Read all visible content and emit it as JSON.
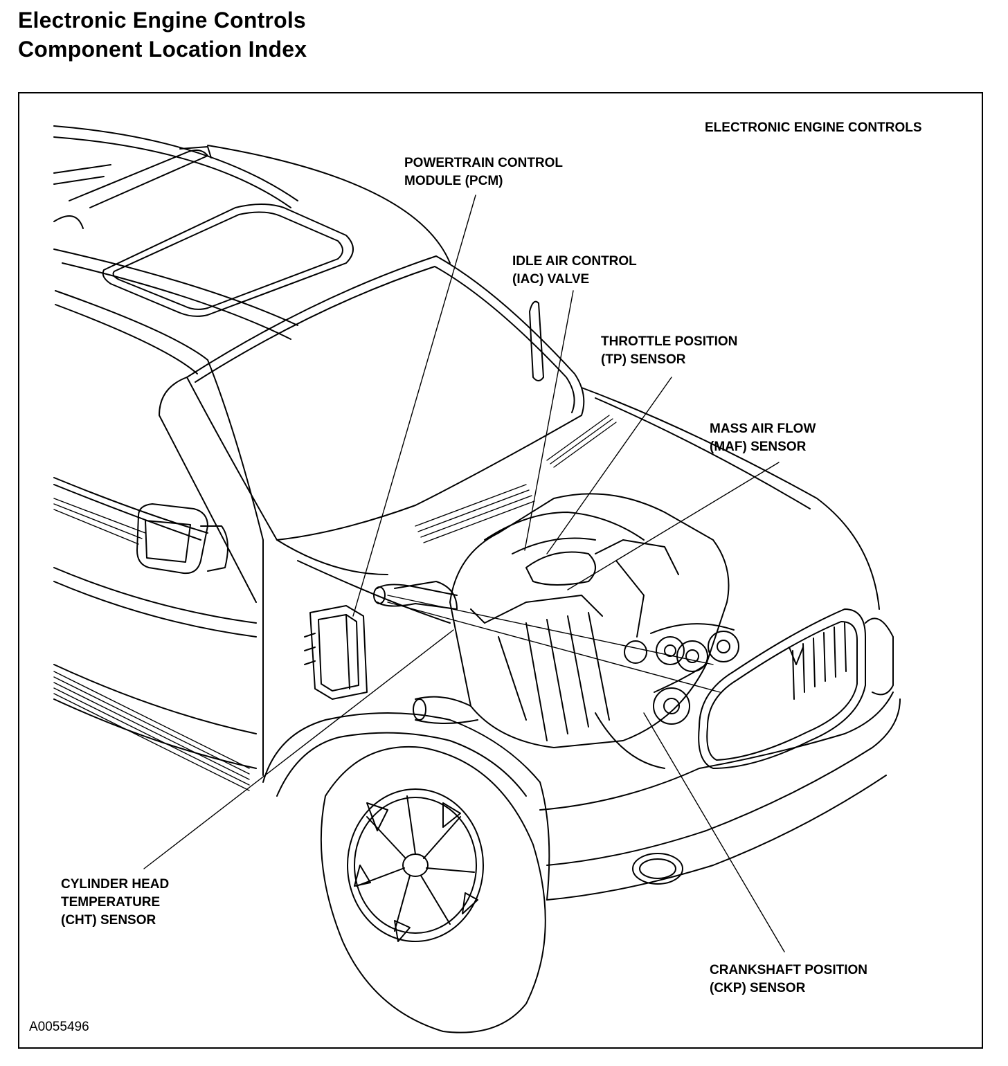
{
  "title": {
    "line1": "Electronic Engine Controls",
    "line2": "Component Location Index"
  },
  "section_label": "ELECTRONIC ENGINE CONTROLS",
  "callouts": {
    "pcm": {
      "line1": "POWERTRAIN CONTROL",
      "line2": "MODULE (PCM)"
    },
    "iac": {
      "line1": "IDLE AIR CONTROL",
      "line2": "(IAC) VALVE"
    },
    "tp": {
      "line1": "THROTTLE POSITION",
      "line2": "(TP) SENSOR"
    },
    "maf": {
      "line1": "MASS AIR FLOW",
      "line2": "(MAF) SENSOR"
    },
    "cht": {
      "line1": "CYLINDER HEAD",
      "line2": "TEMPERATURE",
      "line3": "(CHT) SENSOR"
    },
    "ckp": {
      "line1": "CRANKSHAFT POSITION",
      "line2": "(CKP) SENSOR"
    }
  },
  "figure_code": "A0055496",
  "colors": {
    "ink": "#000000",
    "paper": "#ffffff"
  }
}
